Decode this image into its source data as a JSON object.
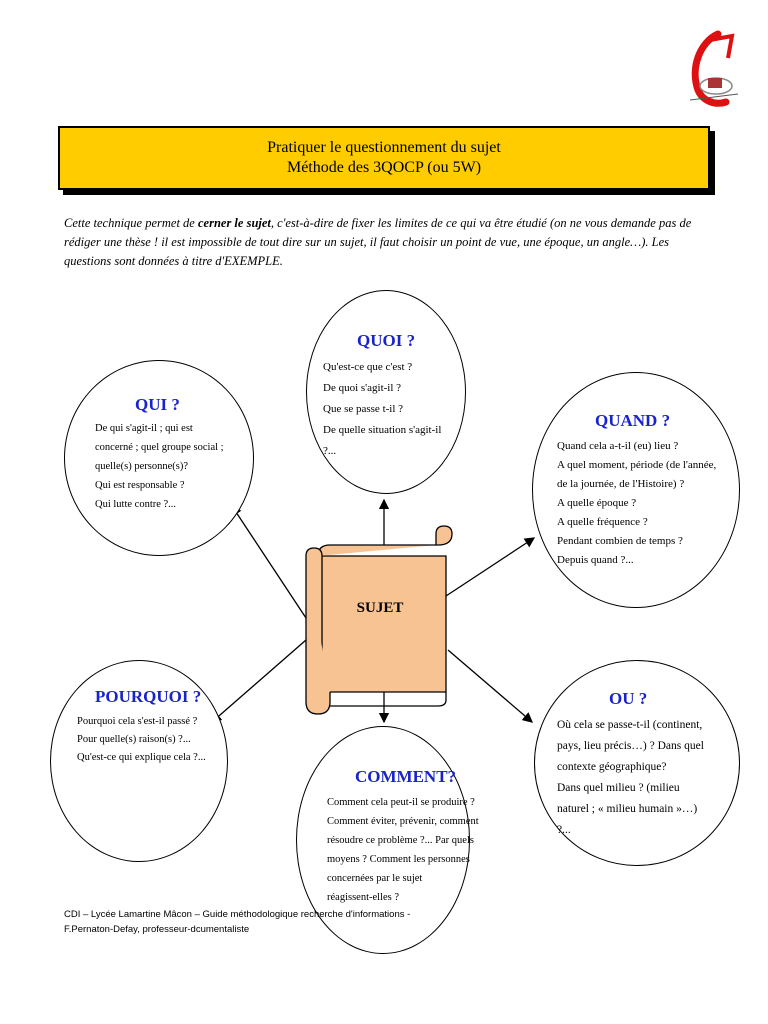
{
  "header": {
    "title_line1": "Pratiquer le questionnement du sujet",
    "title_line2": "Méthode des 3QOCP (ou 5W)"
  },
  "intro": {
    "part1": "Cette technique permet de ",
    "bold": "cerner le sujet",
    "part2": ", c'est-à-dire de fixer les limites de ce qui va être étudié (on ne vous demande pas de rédiger une thèse ! il est impossible de tout dire sur un sujet, il faut choisir un point de vue, une époque, un angle…). Les questions sont données à titre d'EXEMPLE."
  },
  "center": {
    "label": "SUJET"
  },
  "bubbles": {
    "qui": {
      "heading": "QUI ?",
      "lines": [
        "De qui s'agit-il ; qui est",
        "concerné ; quel groupe social ;",
        "quelle(s) personne(s)?",
        "Qui est responsable ?",
        "Qui lutte contre ?..."
      ]
    },
    "quoi": {
      "heading": "QUOI ?",
      "lines": [
        "Qu'est-ce que c'est ?",
        "De quoi s'agit-il ?",
        "Que se passe t-il ?",
        "De quelle situation s'agit-il",
        "?..."
      ]
    },
    "quand": {
      "heading": "QUAND ?",
      "lines": [
        "Quand cela a-t-il (eu) lieu ?",
        "A quel moment, période (de l'année,",
        "de la journée, de l'Histoire) ?",
        "A quelle époque ?",
        "A quelle fréquence ?",
        "Pendant combien de temps ?",
        "Depuis quand ?..."
      ]
    },
    "pourquoi": {
      "heading": "POURQUOI ?",
      "lines": [
        "Pourquoi cela s'est-il passé ?",
        "Pour quelle(s) raison(s) ?...",
        "Qu'est-ce qui explique cela ?..."
      ]
    },
    "comment": {
      "heading": "COMMENT?",
      "lines": [
        "Comment cela peut-il se produire ?",
        "Comment éviter, prévenir, comment",
        "résoudre ce problème ?... Par quels",
        "moyens ? Comment les personnes",
        "concernées par le sujet",
        "réagissent-elles ?"
      ]
    },
    "ou": {
      "heading": "OU ?",
      "lines": [
        "Où cela se passe-t-il  (continent,",
        "pays, lieu précis…) ? Dans quel",
        "contexte géographique?",
        "Dans quel milieu ? (milieu",
        "naturel ; « milieu humain »…)",
        "?..."
      ]
    }
  },
  "footer": {
    "line1": "CDI – Lycée Lamartine Mâcon – Guide méthodologique recherche d'informations -",
    "line2": "F.Pernaton-Defay, professeur-dcumentaliste"
  },
  "colors": {
    "title_bg": "#ffcc00",
    "heading_blue": "#1a22cc",
    "scroll_fill": "#f7c393"
  }
}
